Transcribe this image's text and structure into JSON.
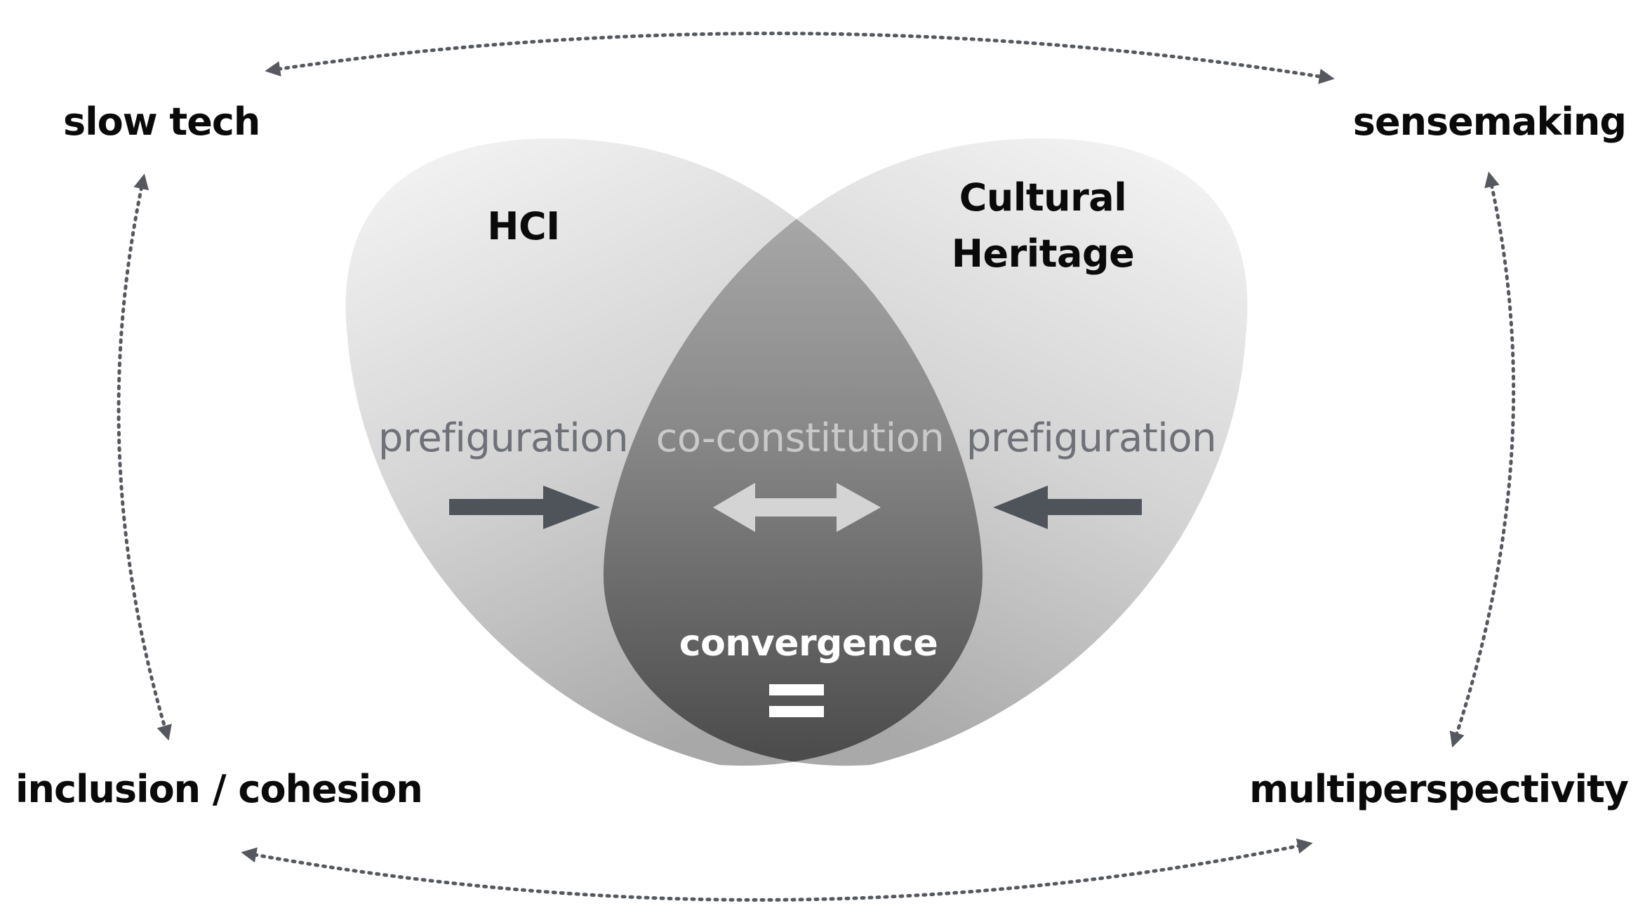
{
  "corners": {
    "top_left": "slow tech",
    "top_right": "sensemaking",
    "bottom_left": "inclusion / cohesion",
    "bottom_right": "multiperspectivity"
  },
  "fields": {
    "left": "HCI",
    "right_line1": "Cultural",
    "right_line2": "Heritage"
  },
  "processes": {
    "left": "prefiguration",
    "center": "co-constitution",
    "right": "prefiguration"
  },
  "center_label": "convergence",
  "colors": {
    "corner_text": "#0a0a0a",
    "dotted_arrow": "#55585f",
    "solid_arrow": "#4f545b",
    "process_text": "#6f7178",
    "center_process_text": "#c9c9c9",
    "double_arrow": "#d4d4d4",
    "equals_sign": "#ffffff"
  }
}
